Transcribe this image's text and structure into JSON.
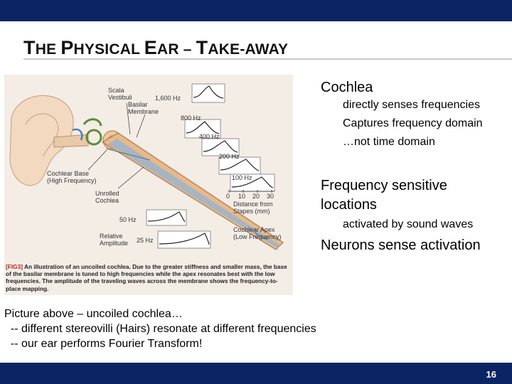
{
  "slide": {
    "title_words": [
      {
        "first": "T",
        "rest": "HE "
      },
      {
        "first": "P",
        "rest": "HYSICAL "
      },
      {
        "first": "E",
        "rest": "AR – "
      },
      {
        "first": "T",
        "rest": "AKE-AWAY"
      }
    ],
    "page_number": "16",
    "bullet_glyph": "",
    "colors": {
      "bars": "#0b2463",
      "caption_tag": "#b5261e",
      "cochlea": "#e9b98a"
    }
  },
  "figure": {
    "labels": {
      "scale_vestibuli": "Scala\nVestibuli",
      "basilar_membrane": "Basilar\nMembrane",
      "cochlear_base": "Cochlear Base\n(High Frequency)",
      "unrolled_cochlea": "Unrolled\nCochlea",
      "relative_amplitude": "Relative\nAmplitude",
      "distance": "Distance from\nStapes (mm)",
      "cochlear_apex": "Cochlear Apex\n(Low Frequency)",
      "f1600": "1,600 Hz",
      "f800": "800 Hz",
      "f400": "400 Hz",
      "f200": "200 Hz",
      "f100": "100 Hz",
      "f50": "50 Hz",
      "f25": "25 Hz",
      "tick0": "0",
      "tick10": "10",
      "tick20": "20",
      "tick30": "30"
    },
    "caption_tag": "[FIG3]",
    "caption_text": " An illustration of an uncoiled cochlea. Due to the greater stiffness and smaller mass, the base of the basilar membrane is tuned to high frequencies while the apex resonates best with the low frequencies. The amplitude of the traveling waves across the membrane shows the frequency-to-place mapping."
  },
  "bullets": [
    {
      "level": 1,
      "text": "Cochlea"
    },
    {
      "level": 2,
      "text": "directly senses frequencies"
    },
    {
      "level": 2,
      "text": "Captures frequency domain"
    },
    {
      "level": 2,
      "text": "…not time domain"
    },
    {
      "level": 1,
      "text": "Frequency sensitive"
    },
    {
      "level": 1,
      "text": "locations"
    },
    {
      "level": 2,
      "text": "activated by sound waves"
    },
    {
      "level": 1,
      "text": "Neurons sense activation"
    }
  ],
  "notes": [
    "Picture above – uncoiled cochlea…",
    "  -- different stereovilli (Hairs) resonate at different frequencies",
    "  -- our ear performs Fourier Transform!"
  ]
}
